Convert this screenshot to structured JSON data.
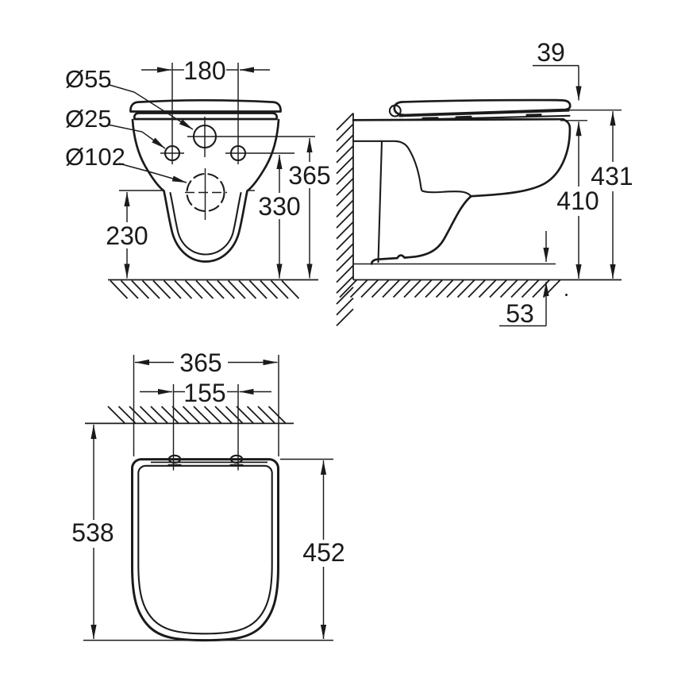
{
  "drawing": {
    "type": "technical-dimension-drawing",
    "subject": "wall-hung WC with seat, three orthographic views",
    "line_color": "#1b1b1b",
    "background": "#ffffff",
    "front_view": {
      "labels": {
        "d55": "Ø55",
        "d25": "Ø25",
        "d102": "Ø102"
      },
      "dims": {
        "w180": "180",
        "h365": "365",
        "h330": "330",
        "h230": "230"
      }
    },
    "side_view": {
      "dims": {
        "t39": "39",
        "h431": "431",
        "h410": "410",
        "h53": "53"
      }
    },
    "plan_view": {
      "dims": {
        "w365": "365",
        "w155": "155",
        "l538": "538",
        "l452": "452"
      }
    }
  }
}
